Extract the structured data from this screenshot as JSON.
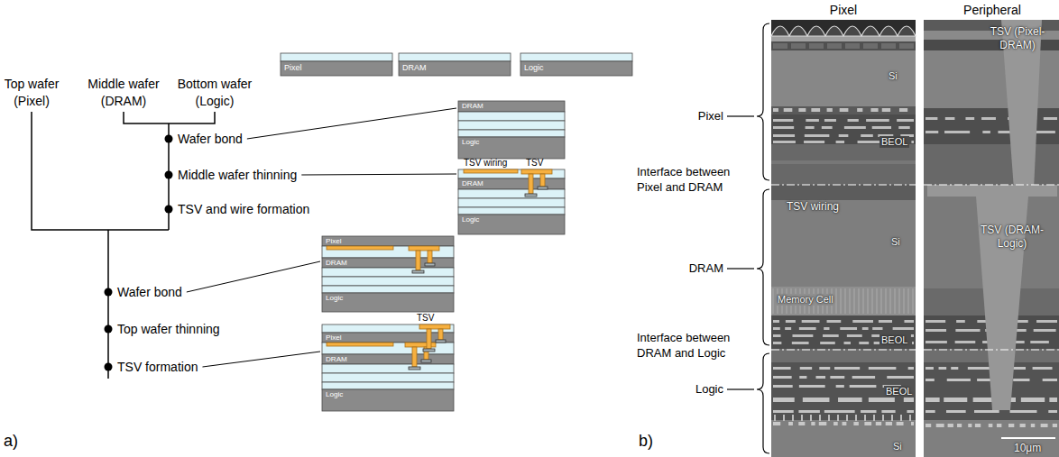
{
  "diagram": {
    "nodes": [
      {
        "text": [
          "Pixel"
        ]
      },
      {
        "text": [
          "DRAM"
        ]
      },
      {
        "text": [
          "Logic"
        ]
      },
      {
        "text": [
          "DRAM"
        ]
      },
      {
        "text": [
          "Logic"
        ]
      },
      {
        "text": [
          "DRAM"
        ]
      },
      {
        "text": [
          "Logic"
        ]
      },
      {
        "text": [
          "Pixel"
        ]
      },
      {
        "text": [
          "DRAM"
        ]
      },
      {
        "text": [
          "Logic"
        ]
      },
      {
        "text": [
          "Pixel"
        ]
      },
      {
        "text": [
          "DRAM"
        ]
      },
      {
        "text": [
          "Logic"
        ]
      }
    ],
    "labels": [
      "Top wafer (Pixel)",
      "Middle wafer (DRAM)",
      "Bottom wafer (Logic)",
      "Wafer bond",
      "Middle wafer thinning",
      "TSV and wire formation",
      "TSV wiring",
      "TSV",
      "Wafer bond",
      "Top wafer thinning",
      "TSV",
      "TSV formation",
      "a)",
      "Pixel",
      "Peripheral",
      "Pixel",
      "Si",
      "BEOL",
      "TSV (Pixel-DRAM)",
      "Interface between Pixel and DRAM",
      "TSV wiring",
      "Si",
      "TSV (DRAM-Logic)",
      "DRAM",
      "Memory Cell",
      "BEOL",
      "Interface between DRAM and Logic",
      "Logic",
      "BEOL",
      "Si",
      "b)",
      "10μm"
    ]
  }
}
